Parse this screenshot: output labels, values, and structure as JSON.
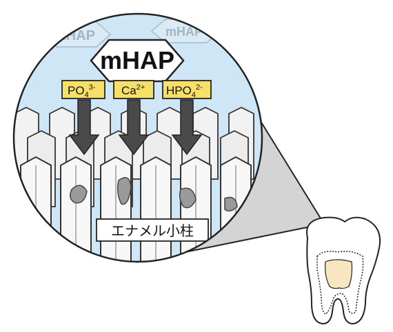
{
  "diagram": {
    "top_label": "mHAP",
    "faded_labels": [
      "mHAP",
      "mHAP"
    ],
    "ions": [
      {
        "base": "PO",
        "sub": "4",
        "sup": "3-"
      },
      {
        "base": "Ca",
        "sub": "",
        "sup": "2+"
      },
      {
        "base": "HPO",
        "sub": "4",
        "sup": "2-"
      }
    ],
    "enamel_label": "エナメル小柱"
  },
  "colors": {
    "sky": "#cfe6f7",
    "label_fill": "#f6e06a",
    "arrow": "#4a4a4a",
    "outline": "#222222",
    "pulp": "#f8e6c0",
    "cavity": "#9a9a9a",
    "cone": "#d4d4d4"
  }
}
